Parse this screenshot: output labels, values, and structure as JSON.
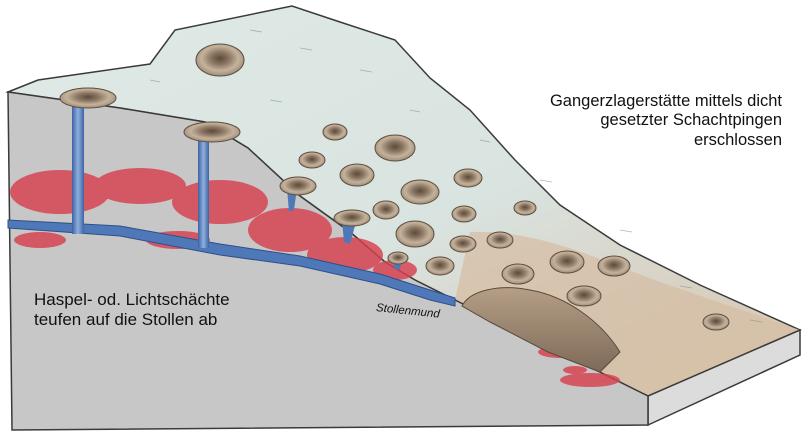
{
  "diagram": {
    "labels": {
      "deposit_caption": [
        "Gangerzlagerstätte mittels dicht",
        "gesetzter Schachtpingen",
        "erschlossen"
      ],
      "shaft_caption": [
        "Haspel- od. Lichtschächte",
        "teufen auf die Stollen ab"
      ],
      "adit_mouth": "Stollenmund"
    },
    "colors": {
      "surface_light": "#dde7e4",
      "surface_soil": "#d9c4ae",
      "cross_section": "#c6c6c6",
      "block_side": "#dadada",
      "ore_vein": "#d84050",
      "adit": "#4f78b8",
      "pit_rim": "#a09079"
    }
  }
}
